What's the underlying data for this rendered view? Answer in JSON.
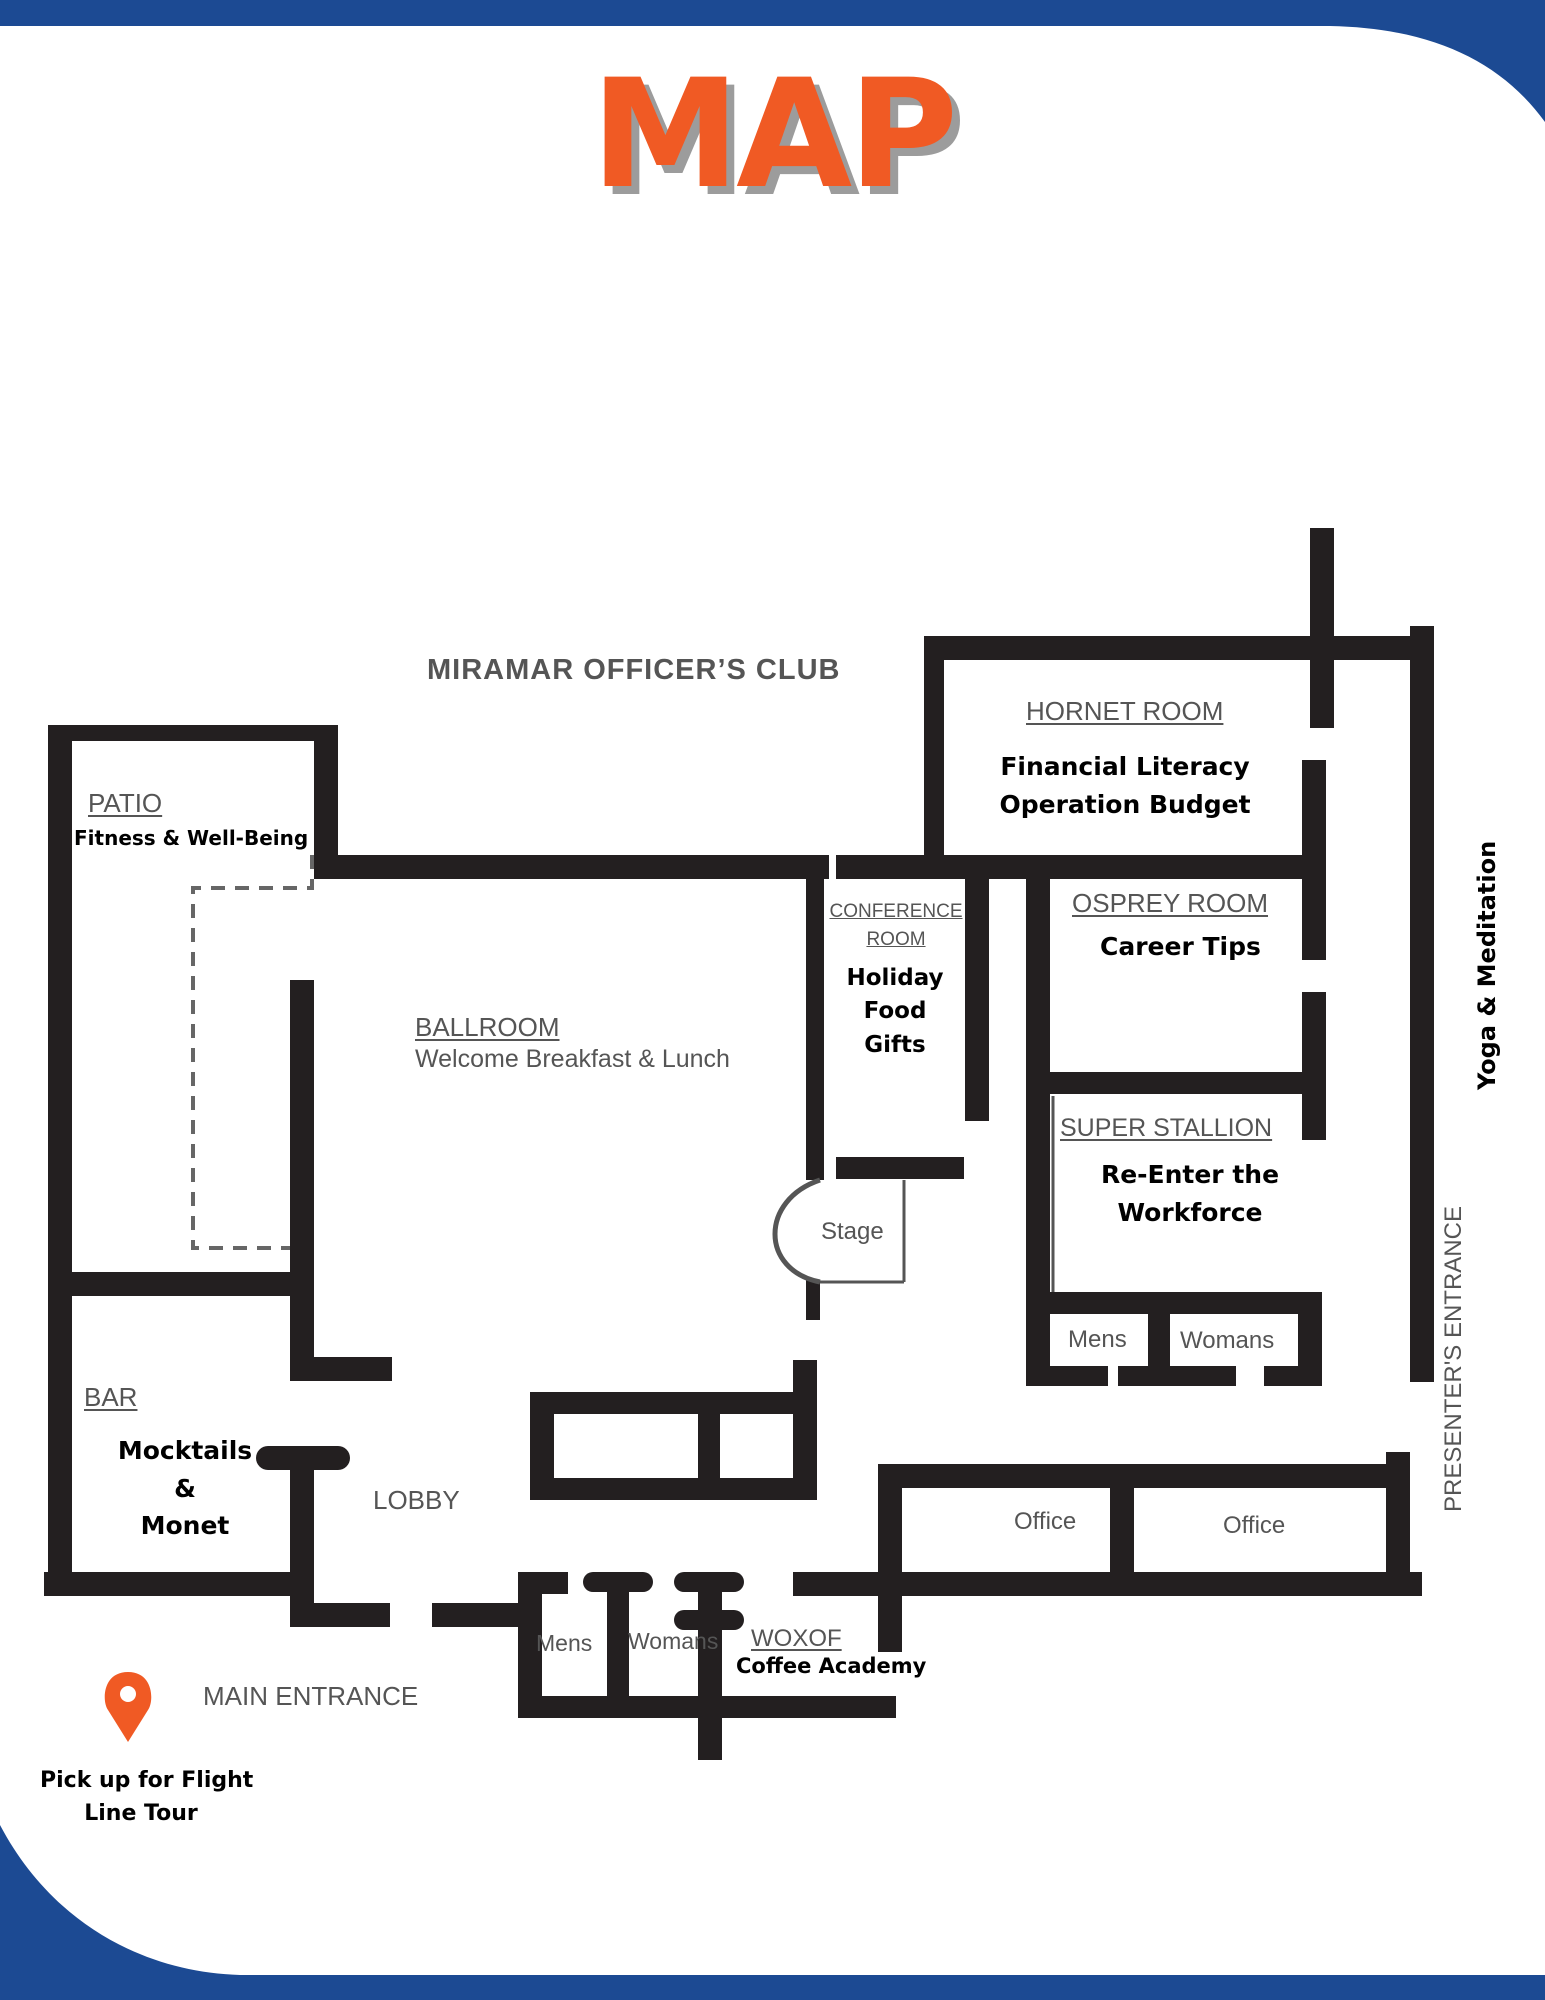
{
  "title": "MAP",
  "building_name": "MIRAMAR  OFFICER’S CLUB",
  "colors": {
    "accent": "#f05a24",
    "band": "#1c4a93",
    "wall": "#231f20",
    "label_gray": "#555555"
  },
  "rooms": {
    "patio": {
      "name": "PATIO",
      "activity": "Fitness & Well-Being"
    },
    "hornet": {
      "name": "HORNET ROOM",
      "activity_line1": "Financial Literacy",
      "activity_line2": "Operation Budget"
    },
    "conference": {
      "name_line1": "CONFERENCE",
      "name_line2": "ROOM",
      "activity_line1": "Holiday",
      "activity_line2": "Food",
      "activity_line3": "Gifts"
    },
    "osprey": {
      "name": "OSPREY ROOM",
      "activity": "Career Tips"
    },
    "ballroom": {
      "name": "BALLROOM",
      "activity": "Welcome Breakfast & Lunch"
    },
    "stage": {
      "name": "Stage"
    },
    "super_stallion": {
      "name": "SUPER STALLION",
      "activity_line1": "Re-Enter the",
      "activity_line2": "Workforce"
    },
    "bar": {
      "name": "BAR",
      "activity_line1": "Mocktails",
      "activity_line2": "&",
      "activity_line3": "Monet"
    },
    "lobby": {
      "name": "LOBBY"
    },
    "woxof": {
      "name": "WOXOF",
      "activity": "Coffee Academy"
    }
  },
  "restrooms": {
    "east_mens": "Mens",
    "east_womens": "Womans",
    "south_mens": "Mens",
    "south_womens": "Womans"
  },
  "offices": {
    "office_1": "Office",
    "office_2": "Office"
  },
  "entrances": {
    "main": "MAIN ENTRANCE",
    "presenters": "PRESENTER'S ENTRANCE"
  },
  "outdoor_activity": "Yoga & Meditation",
  "pickup": {
    "line1": "Pick up for Flight",
    "line2": "Line Tour",
    "icon": "map-pin-icon"
  }
}
